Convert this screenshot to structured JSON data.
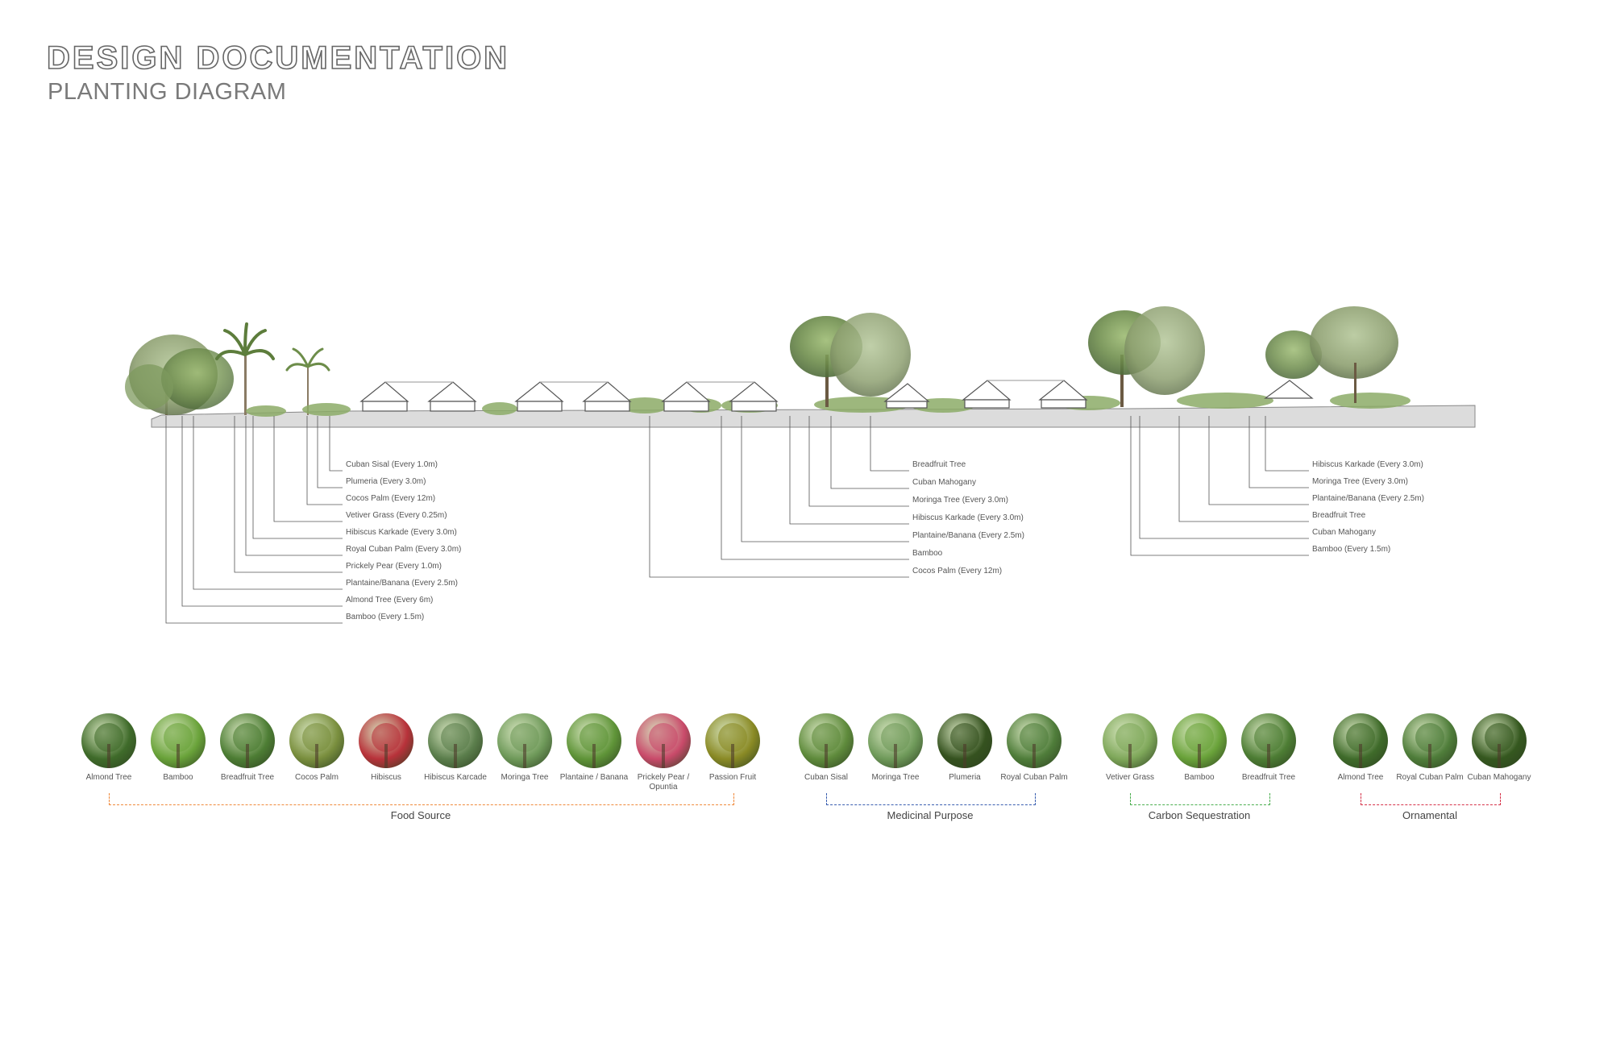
{
  "header": {
    "title": "DESIGN DOCUMENTATION",
    "subtitle": "PLANTING DIAGRAM"
  },
  "callouts_left": [
    "Cuban Sisal (Every 1.0m)",
    "Plumeria (Every 3.0m)",
    "Cocos Palm (Every 12m)",
    "Vetiver Grass (Every 0.25m)",
    "Hibiscus Karkade (Every 3.0m)",
    "Royal Cuban Palm (Every 3.0m)",
    "Prickely Pear (Every 1.0m)",
    "Plantaine/Banana (Every 2.5m)",
    "Almond Tree (Every 6m)",
    "Bamboo (Every 1.5m)"
  ],
  "callouts_middle": [
    "Breadfruit Tree",
    "Cuban Mahogany",
    "Moringa Tree (Every 3.0m)",
    "Hibiscus Karkade (Every 3.0m)",
    "Plantaine/Banana (Every 2.5m)",
    "Bamboo",
    "Cocos Palm (Every 12m)"
  ],
  "callouts_right": [
    "Hibiscus Karkade (Every 3.0m)",
    "Moringa Tree (Every 3.0m)",
    "Plantaine/Banana (Every 2.5m)",
    "Breadfruit Tree",
    "Cuban Mahogany",
    "Bamboo (Every 1.5m)"
  ],
  "legend": {
    "food": {
      "label": "Food Source",
      "color": "#f08a3c",
      "items": [
        {
          "name": "Almond Tree",
          "icon": "almond-tree-photo",
          "tone": "#3f6b2a"
        },
        {
          "name": "Bamboo",
          "icon": "bamboo-photo",
          "tone": "#6aa33a"
        },
        {
          "name": "Breadfruit Tree",
          "icon": "breadfruit-tree-photo",
          "tone": "#4d7d34"
        },
        {
          "name": "Cocos Palm",
          "icon": "cocos-palm-photo",
          "tone": "#7a8f3e"
        },
        {
          "name": "Hibiscus",
          "icon": "hibiscus-photo",
          "tone": "#b8323a"
        },
        {
          "name": "Hibiscus Karcade",
          "icon": "hibiscus-karcade-photo",
          "tone": "#5b7e4c"
        },
        {
          "name": "Moringa Tree",
          "icon": "moringa-tree-photo",
          "tone": "#6f9a5a"
        },
        {
          "name": "Plantaine / Banana",
          "icon": "banana-photo",
          "tone": "#5f9438"
        },
        {
          "name": "Prickely Pear / Opuntia",
          "icon": "prickly-pear-photo",
          "tone": "#c94a6a"
        },
        {
          "name": "Passion Fruit",
          "icon": "passion-fruit-photo",
          "tone": "#8a8a25"
        }
      ]
    },
    "medicinal": {
      "label": "Medicinal Purpose",
      "color": "#3a5fb0",
      "items": [
        {
          "name": "Cuban Sisal",
          "icon": "cuban-sisal-photo",
          "tone": "#5f8b3c"
        },
        {
          "name": "Moringa Tree",
          "icon": "moringa-tree-photo",
          "tone": "#6f9a5a"
        },
        {
          "name": "Plumeria",
          "icon": "plumeria-photo",
          "tone": "#35521f"
        },
        {
          "name": "Royal Cuban Palm",
          "icon": "royal-cuban-palm-photo",
          "tone": "#4f7d3a"
        }
      ]
    },
    "carbon": {
      "label": "Carbon Sequestration",
      "color": "#4caf50",
      "items": [
        {
          "name": "Vetiver Grass",
          "icon": "vetiver-grass-photo",
          "tone": "#7fa85a"
        },
        {
          "name": "Bamboo",
          "icon": "bamboo-photo",
          "tone": "#6aa33a"
        },
        {
          "name": "Breadfruit Tree",
          "icon": "breadfruit-tree-photo",
          "tone": "#4d7d34"
        }
      ]
    },
    "ornamental": {
      "label": "Ornamental",
      "color": "#d6334a",
      "items": [
        {
          "name": "Almond Tree",
          "icon": "almond-tree-photo",
          "tone": "#3f6b2a"
        },
        {
          "name": "Royal Cuban Palm",
          "icon": "royal-cuban-palm-photo",
          "tone": "#4f7d3a"
        },
        {
          "name": "Cuban Mahogany",
          "icon": "cuban-mahogany-photo",
          "tone": "#35581f"
        }
      ]
    }
  }
}
